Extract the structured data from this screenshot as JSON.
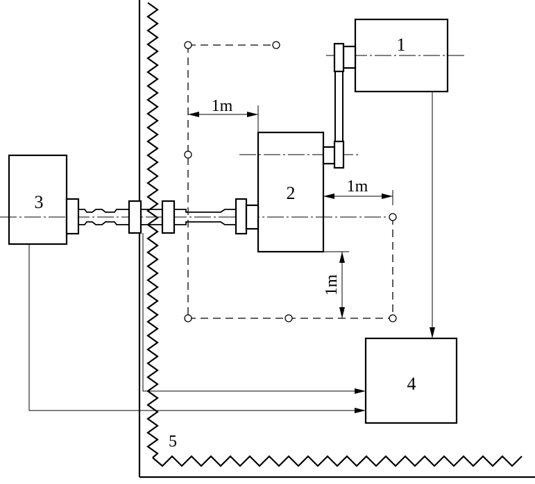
{
  "diagram": {
    "labels": {
      "unit_1": "1",
      "unit_2": "2",
      "unit_3": "3",
      "unit_4": "4",
      "wall_5": "5"
    },
    "dimensions": {
      "top_horizontal": "1m",
      "right_horizontal": "1m",
      "vertical": "1m"
    },
    "colors": {
      "ink": "#000000",
      "background": "#ffffff"
    }
  }
}
